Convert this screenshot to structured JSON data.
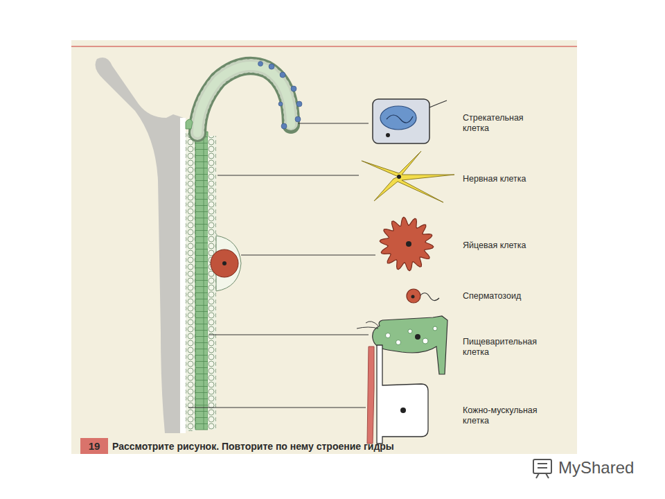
{
  "diagram": {
    "caption": "Рассмотрите рисунок. Повторите по нему строение гидры",
    "labels": [
      "Стрекательная клетка",
      "Нервная клетка",
      "Яйцевая клетка",
      "Сперматозоид",
      "Пищеварительная клетка",
      "Кожно-мускульная клетка",
      "19",
      "MyShared"
    ]
  }
}
